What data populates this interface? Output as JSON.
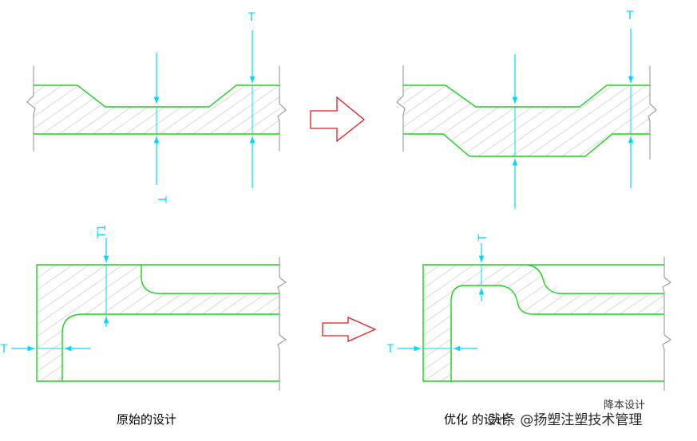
{
  "labels": {
    "original": "原始的设计",
    "optimized": "优化 的设计",
    "dim_t": "T",
    "dim_t1": "T1"
  },
  "watermark": {
    "source": "头条 @扬塑注塑技术管理",
    "brand": "降本设计"
  },
  "colors": {
    "outline": "#19d419",
    "dimension": "#00d8ff",
    "hatch": "#b5b5b5",
    "arrow": "#e01e1e",
    "break_line": "#8c8c8c"
  }
}
